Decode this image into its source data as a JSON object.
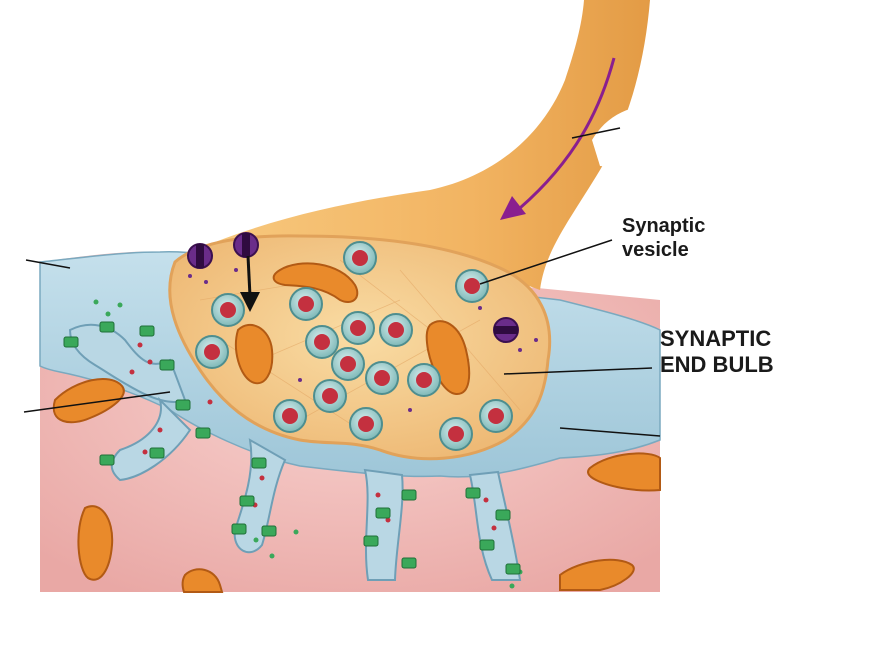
{
  "labels": {
    "synaptic_vesicle_line1": "Synaptic",
    "synaptic_vesicle_line2": "vesicle",
    "synaptic_end_bulb_line1": "SYNAPTIC",
    "synaptic_end_bulb_line2": "END BULB"
  },
  "colors": {
    "axon": "#f2b462",
    "cytoplasm": "#f5cf8f",
    "glia": "#a8cfe0",
    "postsynaptic": "#efb7b4",
    "vesicle_ring": "#7fb9b8",
    "vesicle_core": "#c4303f",
    "mitochondrion": "#e98a2b",
    "arrow": "#8a1f8f",
    "receptor": "#3aa85a",
    "channel": "#6a2c8a"
  }
}
